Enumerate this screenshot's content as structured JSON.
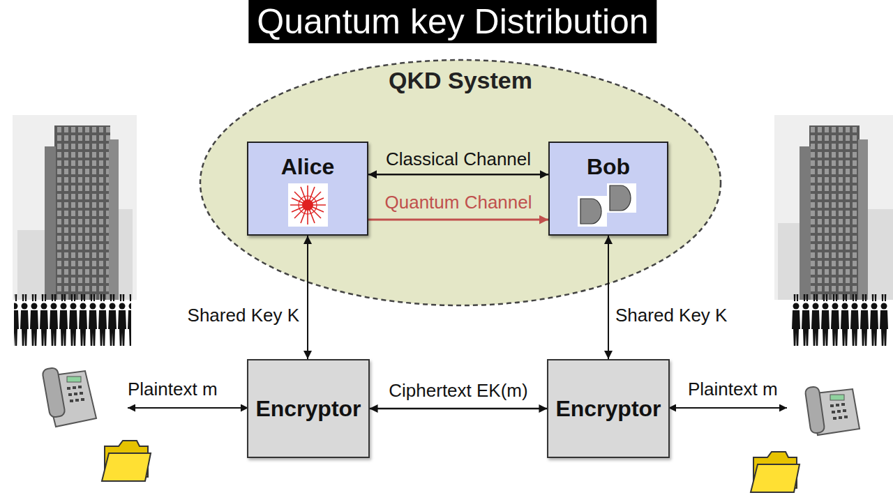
{
  "diagram": {
    "title": "Quantum key Distribution",
    "nodes": [
      {
        "text": [
          "QKD System"
        ]
      },
      {
        "text": [
          "Alice"
        ],
        "in": 0
      },
      {
        "text": [
          "Bob"
        ],
        "in": 0
      },
      {
        "text": [
          "Encryptor"
        ]
      },
      {
        "text": [
          "Encryptor"
        ]
      }
    ],
    "edges": [
      {
        "from": 1,
        "to": 2,
        "label": "Classical Channel",
        "arrow": "both"
      },
      {
        "from": 1,
        "to": 2,
        "label": "Quantum Channel",
        "arrow": "to"
      },
      {
        "from": 1,
        "to": 3,
        "label": "Shared Key K",
        "arrow": "both"
      },
      {
        "from": 2,
        "to": 4,
        "label": "Shared Key K",
        "arrow": "both"
      },
      {
        "from": 3,
        "to": 4,
        "label": "Ciphertext EK(m)",
        "arrow": "both"
      }
    ],
    "labels": [
      "Plaintext m",
      "Plaintext m"
    ]
  }
}
